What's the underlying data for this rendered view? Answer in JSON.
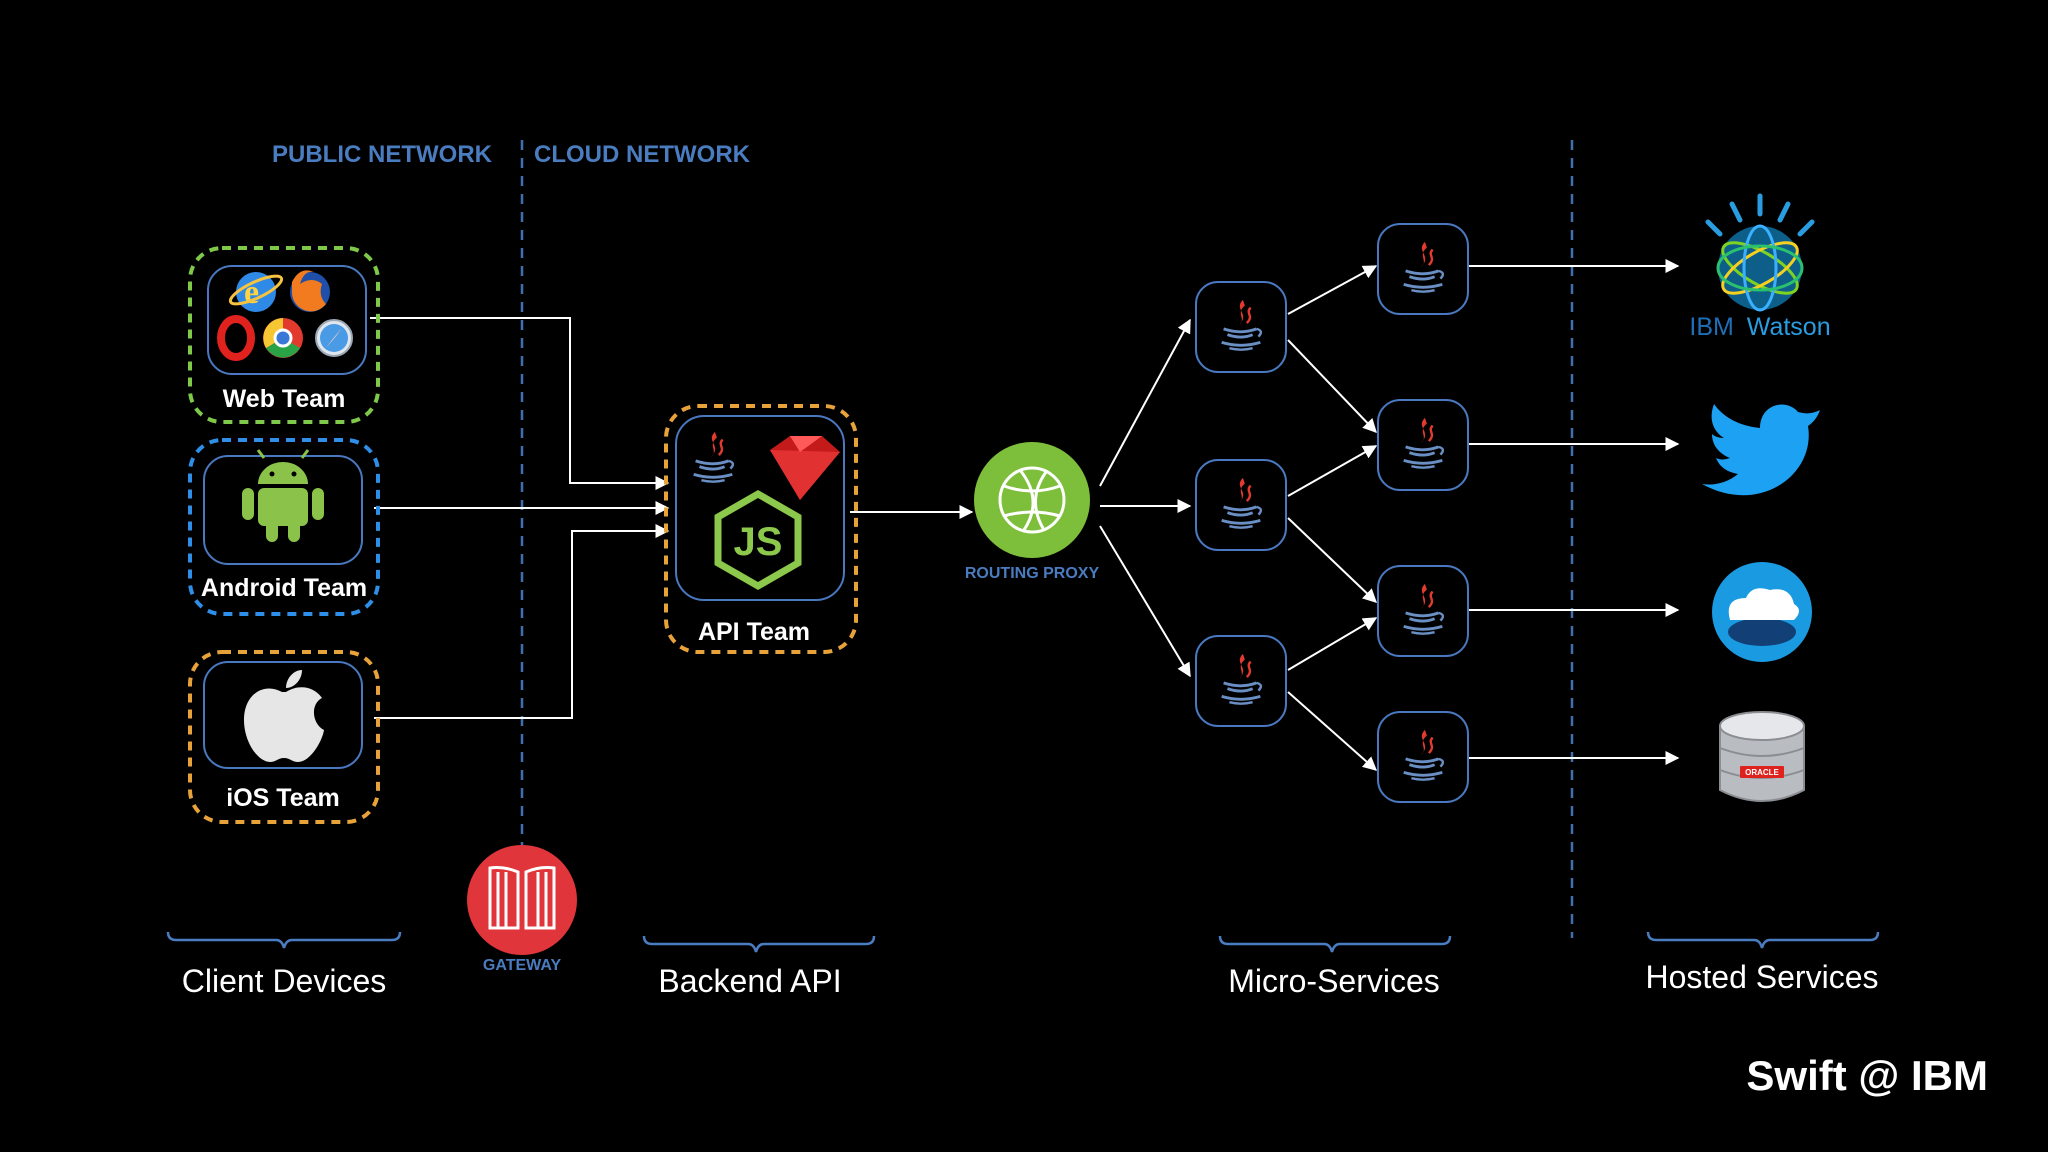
{
  "network_labels": {
    "public": "PUBLIC NETWORK",
    "cloud": "CLOUD NETWORK"
  },
  "teams": {
    "web": "Web Team",
    "android": "Android Team",
    "ios": "iOS Team",
    "api": "API Team"
  },
  "components": {
    "gateway": "GATEWAY",
    "routing_proxy": "ROUTING PROXY"
  },
  "sections": {
    "client_devices": "Client Devices",
    "backend_api": "Backend API",
    "micro_services": "Micro-Services",
    "hosted_services": "Hosted Services"
  },
  "hosted": {
    "watson_ibm": "IBM",
    "watson_name": "Watson",
    "oracle": "ORACLE"
  },
  "brand": "Swift @ IBM",
  "colors": {
    "background": "#000000",
    "web_border": "#7ec84a",
    "android_border": "#2f8fe8",
    "ios_border": "#e8a23a",
    "api_border": "#e8a23a",
    "divider": "#3f6fb0",
    "network_label": "#4a7cc0",
    "routing_proxy": "#7dbf3a",
    "gateway": "#e0353a",
    "service_border": "#4a78c0"
  },
  "icons": {
    "web": [
      "internet-explorer-icon",
      "firefox-icon",
      "opera-icon",
      "chrome-icon",
      "safari-icon"
    ],
    "android": "android-robot-icon",
    "ios": "apple-logo-icon",
    "api": [
      "java-icon",
      "ruby-icon",
      "nodejs-icon"
    ],
    "service": "java-icon",
    "hosted": [
      "ibm-watson-icon",
      "twitter-bird-icon",
      "cloud-storage-icon",
      "oracle-database-icon"
    ]
  }
}
